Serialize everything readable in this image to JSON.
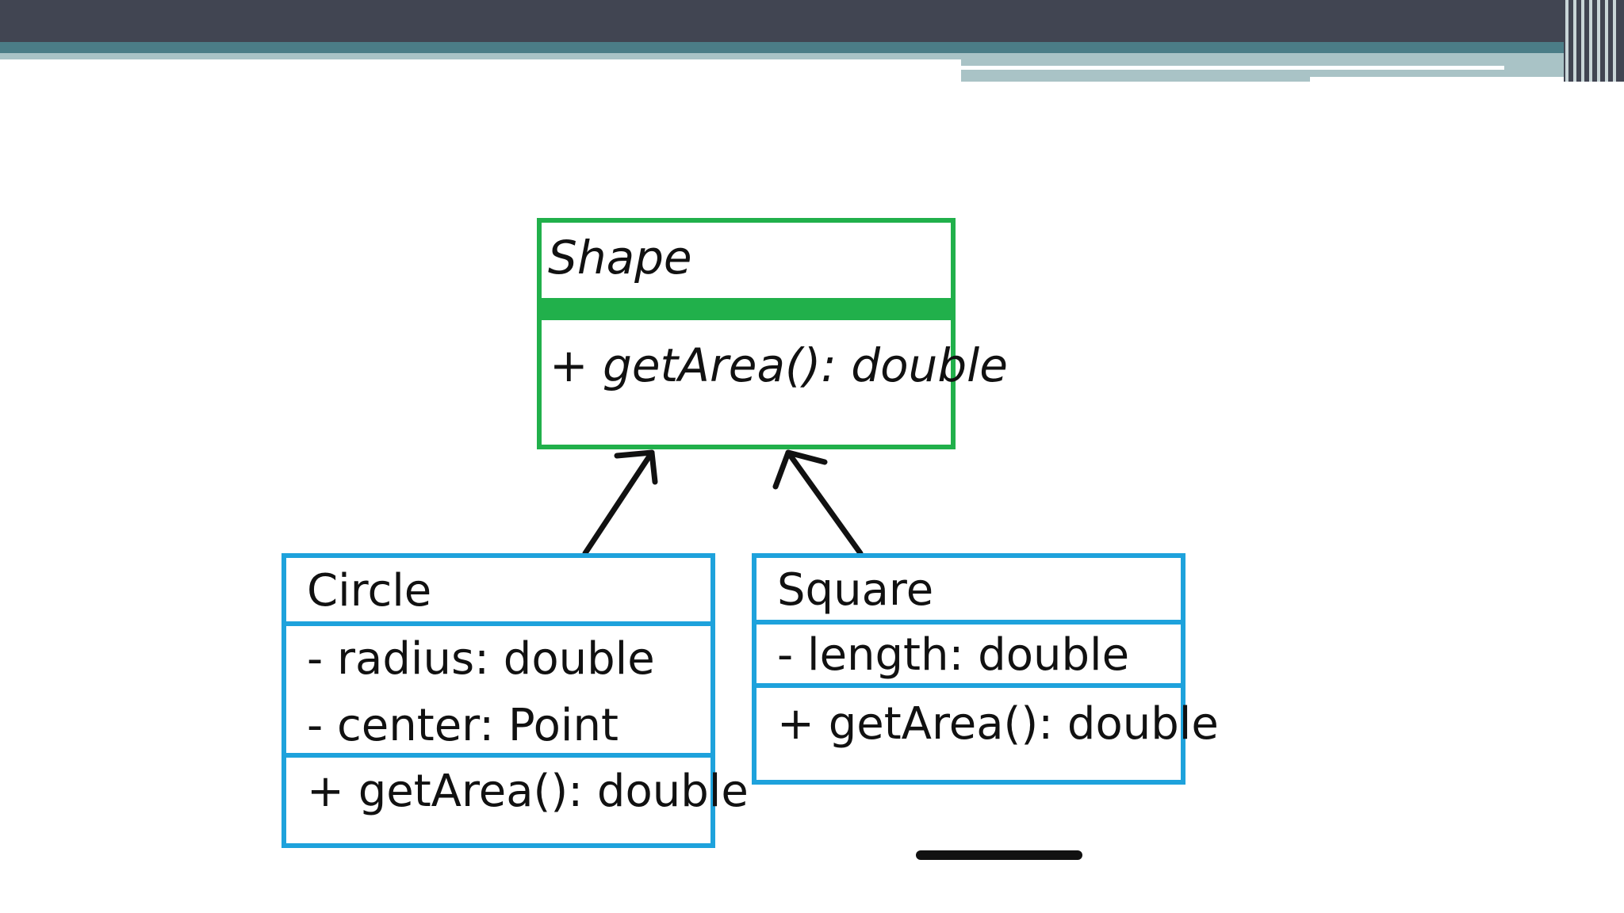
{
  "diagram": {
    "type": "uml-class-diagram",
    "colors": {
      "abstract_border": "#21b04b",
      "concrete_border": "#1ea2dc",
      "header_dark": "#414552",
      "header_teal": "#4b7d87",
      "header_light": "#a9c3c6",
      "arrow": "#111111"
    },
    "classes": {
      "shape": {
        "name": "Shape",
        "attributes": [],
        "methods": [
          "+ getArea(): double"
        ]
      },
      "circle": {
        "name": "Circle",
        "attributes": [
          "- radius: double",
          "- center: Point"
        ],
        "methods": [
          "+ getArea(): double"
        ]
      },
      "square": {
        "name": "Square",
        "attributes": [
          "- length: double"
        ],
        "methods": [
          "+ getArea(): double"
        ]
      }
    },
    "relations": [
      {
        "from": "Circle",
        "to": "Shape",
        "kind": "inheritance"
      },
      {
        "from": "Square",
        "to": "Shape",
        "kind": "inheritance"
      }
    ]
  }
}
